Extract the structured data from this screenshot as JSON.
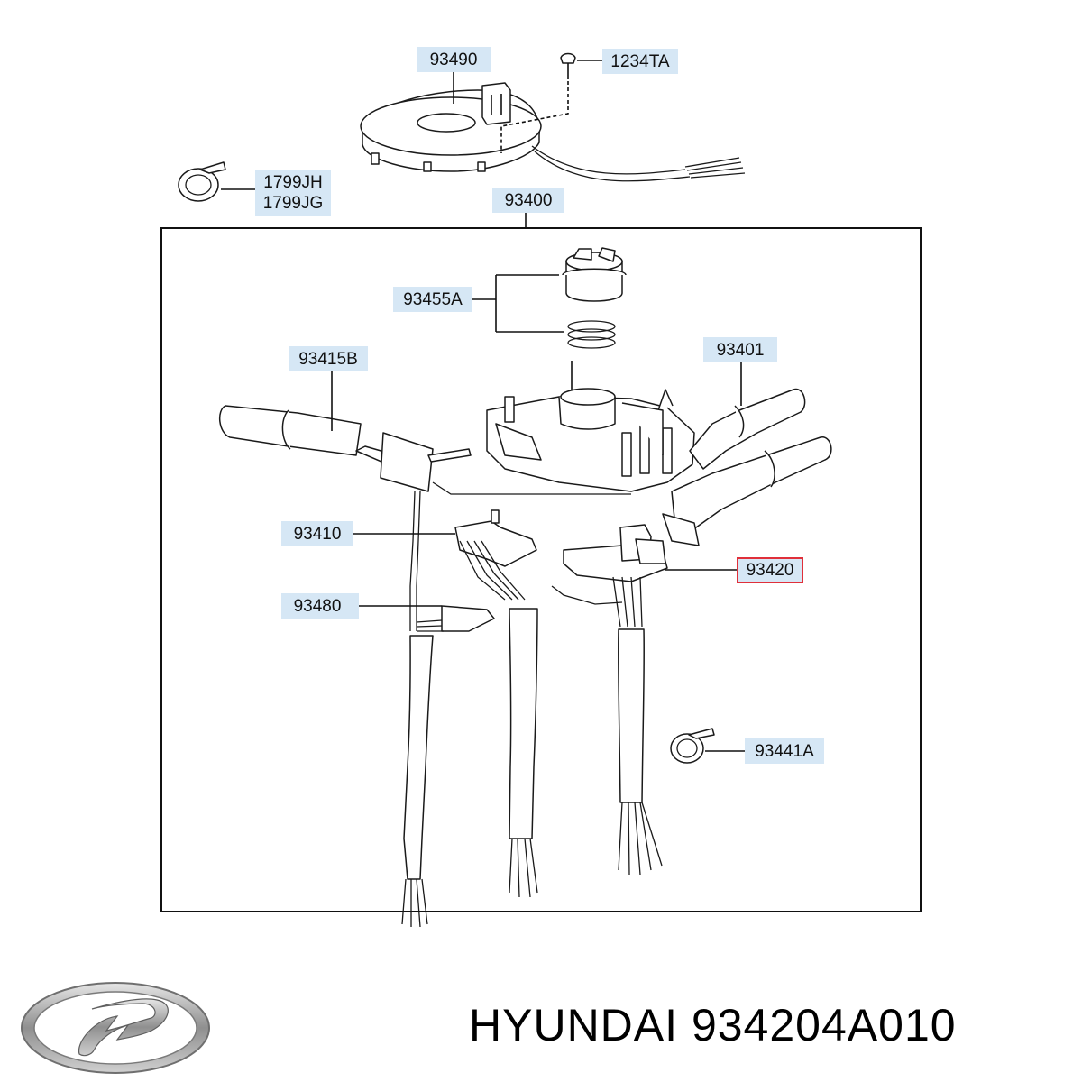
{
  "labels": {
    "p93490": "93490",
    "p1234TA": "1234TA",
    "p1799JH": "1799JH",
    "p1799JG": "1799JG",
    "p93400": "93400",
    "p93455A": "93455A",
    "p93415B": "93415B",
    "p93401": "93401",
    "p93410": "93410",
    "p93420": "93420",
    "p93480": "93480",
    "p93441A": "93441A"
  },
  "caption": {
    "brand": "HYUNDAI",
    "part_number": "934204A010"
  },
  "highlight_label": "93420",
  "colors": {
    "label_bg": "#d6e7f5",
    "highlight": "#e0303a",
    "line": "#111111",
    "logo_silver": "#9a9a9a"
  },
  "logo": "hyundai-logo-icon"
}
